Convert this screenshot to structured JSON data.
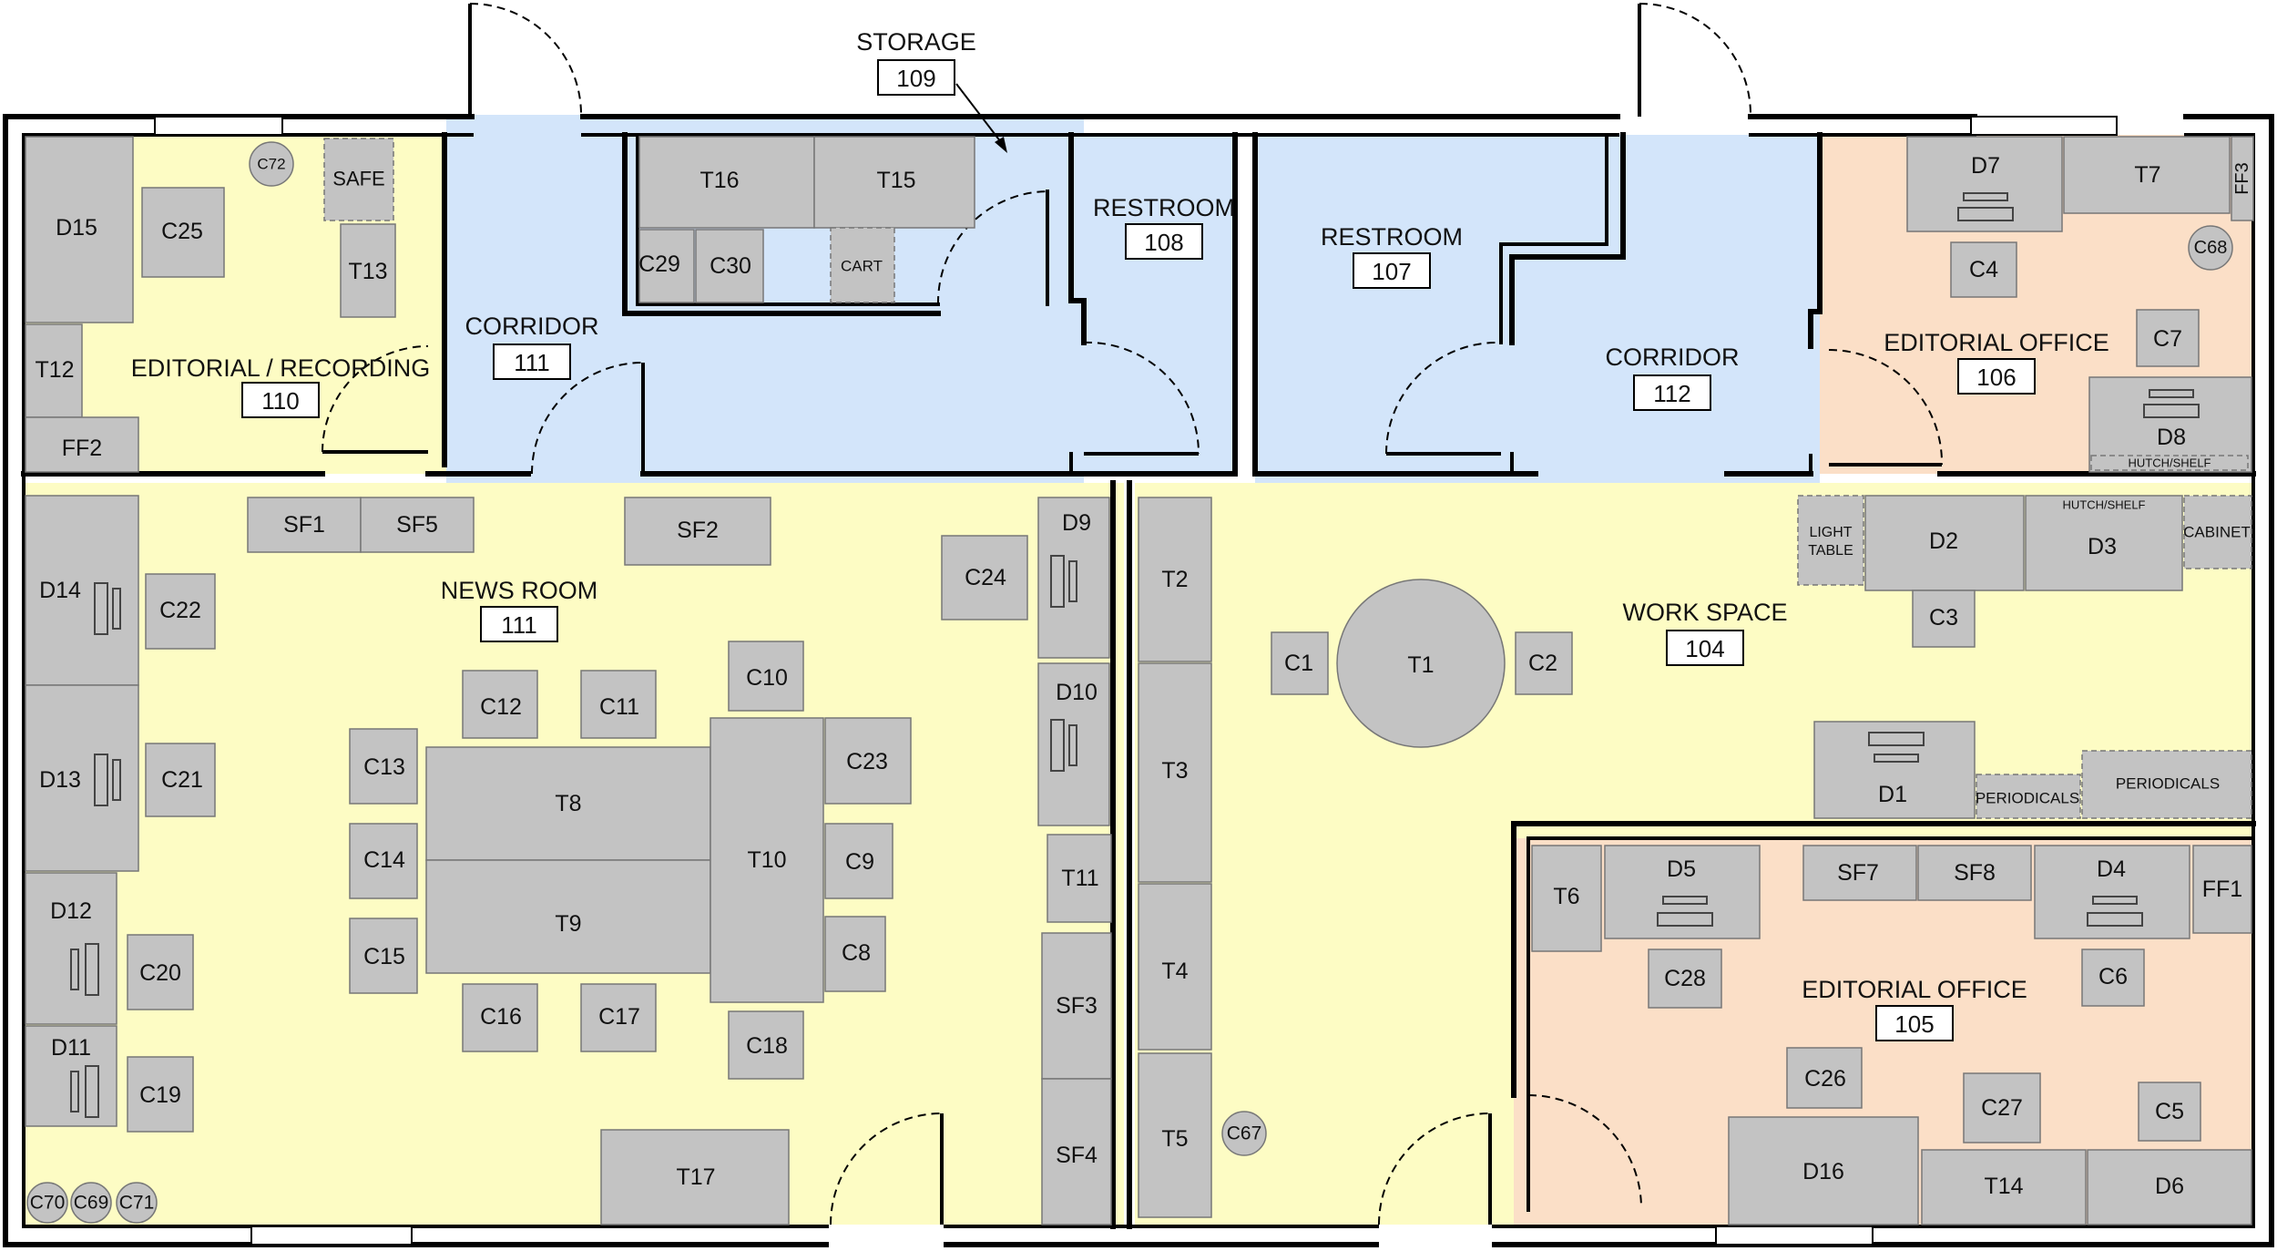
{
  "colors": {
    "yellow_room": "#fdfcc4",
    "blue_room": "#d3e5fa",
    "peach_room": "#fbdfc7",
    "furniture": "#c3c3c3",
    "wall": "#000000",
    "outline": "#666666"
  },
  "rooms": [
    {
      "id": "r110",
      "label": "EDITORIAL / RECORDING",
      "number": "110"
    },
    {
      "id": "r111c",
      "label": "CORRIDOR",
      "number": "111"
    },
    {
      "id": "r109",
      "label": "STORAGE",
      "number": "109"
    },
    {
      "id": "r108",
      "label": "RESTROOM",
      "number": "108"
    },
    {
      "id": "r107",
      "label": "RESTROOM",
      "number": "107"
    },
    {
      "id": "r112",
      "label": "CORRIDOR",
      "number": "112"
    },
    {
      "id": "r106",
      "label": "EDITORIAL OFFICE",
      "number": "106"
    },
    {
      "id": "r111n",
      "label": "NEWS ROOM",
      "number": "111"
    },
    {
      "id": "r104",
      "label": "WORK SPACE",
      "number": "104"
    },
    {
      "id": "r105",
      "label": "EDITORIAL OFFICE",
      "number": "105"
    }
  ],
  "furniture": {
    "D15": "D15",
    "C25": "C25",
    "C72": "C72",
    "SAFE": "SAFE",
    "T13": "T13",
    "T12": "T12",
    "FF2": "FF2",
    "T16": "T16",
    "T15": "T15",
    "C29": "C29",
    "C30": "C30",
    "CART": "CART",
    "D7": "D7",
    "T7": "T7",
    "FF3": "FF3",
    "C68": "C68",
    "C4": "C4",
    "C7": "C7",
    "D8": "D8",
    "HUTCH_SHELF_1": "HUTCH/SHELF",
    "D14": "D14",
    "C22": "C22",
    "D13": "D13",
    "C21": "C21",
    "D12": "D12",
    "C20": "C20",
    "D11": "D11",
    "C19": "C19",
    "C70": "C70",
    "C69": "C69",
    "C71": "C71",
    "SF1": "SF1",
    "SF5": "SF5",
    "SF2": "SF2",
    "C24": "C24",
    "D9": "D9",
    "D10": "D10",
    "C10": "C10",
    "C12": "C12",
    "C11": "C11",
    "C13": "C13",
    "C14": "C14",
    "C15": "C15",
    "T8": "T8",
    "T9": "T9",
    "T10": "T10",
    "C23": "C23",
    "C9": "C9",
    "C8": "C8",
    "C16": "C16",
    "C17": "C17",
    "C18": "C18",
    "T11": "T11",
    "SF3": "SF3",
    "SF4": "SF4",
    "T17": "T17",
    "T2": "T2",
    "T3": "T3",
    "T4": "T4",
    "T5": "T5",
    "C67": "C67",
    "C1": "C1",
    "T1": "T1",
    "C2": "C2",
    "LIGHT_TABLE": "LIGHT TABLE",
    "D2": "D2",
    "HUTCH_SHELF_2": "HUTCH/SHELF",
    "D3": "D3",
    "CABINET": "CABINET",
    "C3": "C3",
    "D1": "D1",
    "PERIODICALS_1": "PERIODICALS",
    "PERIODICALS_2": "PERIODICALS",
    "T6": "T6",
    "D5": "D5",
    "SF7": "SF7",
    "SF8": "SF8",
    "D4": "D4",
    "FF1": "FF1",
    "C28": "C28",
    "C6": "C6",
    "C26": "C26",
    "C27": "C27",
    "C5": "C5",
    "D16": "D16",
    "T14": "T14",
    "D6": "D6"
  }
}
